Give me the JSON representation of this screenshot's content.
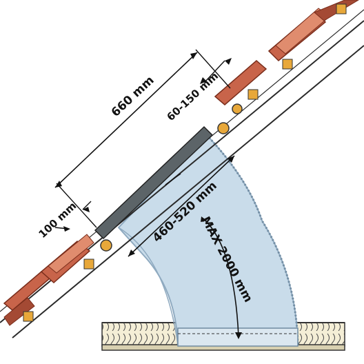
{
  "diagram": {
    "labels": {
      "overall_length": "660 mm",
      "flashing_top": "60-150 mm",
      "flashing_bottom": "100 mm",
      "tube_diameter": "460-520 mm",
      "max_length": "MAX 2000 mm"
    },
    "colors": {
      "tile": "#c8644a",
      "tile_dark": "#a44a34",
      "tile_light": "#e08c6e",
      "batten": "#e8a83a",
      "dome": "#5c6468",
      "tube_fill": "#c9dcea",
      "tube_edge": "#8faac0",
      "roof_line": "#2a2a2a",
      "insulation": "#f4eed6",
      "ceiling": "#d8d0b0"
    },
    "icons": [
      "arrow-icon",
      "batten-icon",
      "dome-icon",
      "tile-icon",
      "insulation-icon"
    ]
  }
}
